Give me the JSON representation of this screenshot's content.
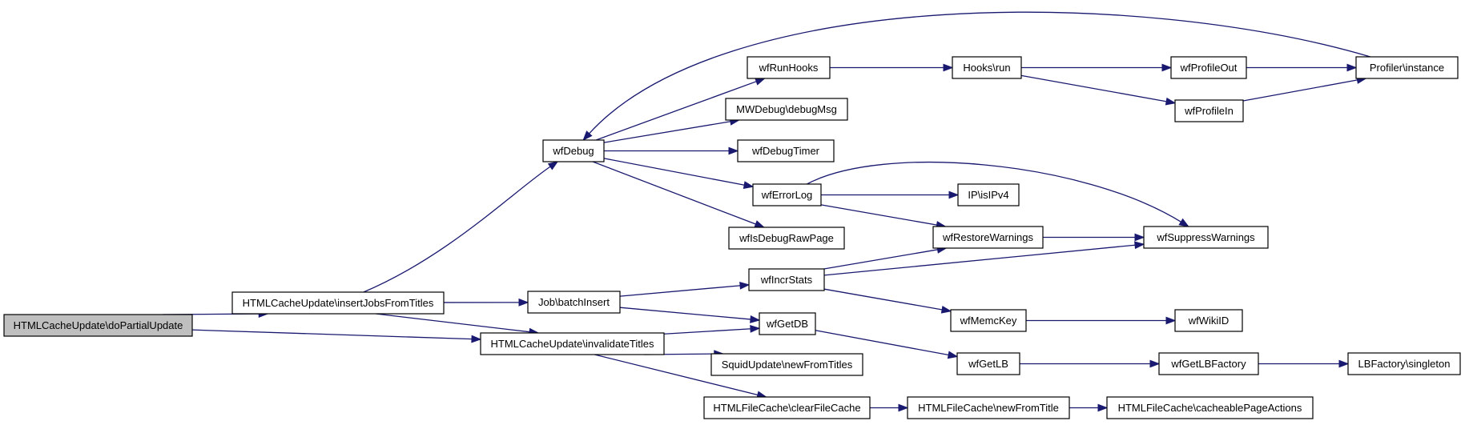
{
  "diagram": {
    "type": "call-graph",
    "colors": {
      "edge": "#191970",
      "node_border": "#000000",
      "root_fill": "#bfbfbf",
      "node_fill": "#ffffff"
    },
    "nodes": [
      {
        "id": "root",
        "label": "HTMLCacheUpdate\\doPartialUpdate",
        "root": true
      },
      {
        "id": "insertJobs",
        "label": "HTMLCacheUpdate\\insertJobsFromTitles"
      },
      {
        "id": "invalidate",
        "label": "HTMLCacheUpdate\\invalidateTitles"
      },
      {
        "id": "wfDebug",
        "label": "wfDebug"
      },
      {
        "id": "jobBatch",
        "label": "Job\\batchInsert"
      },
      {
        "id": "wfRunHooks",
        "label": "wfRunHooks"
      },
      {
        "id": "mwDebugMsg",
        "label": "MWDebug\\debugMsg"
      },
      {
        "id": "wfDebugTimer",
        "label": "wfDebugTimer"
      },
      {
        "id": "wfErrorLog",
        "label": "wfErrorLog"
      },
      {
        "id": "wfIsDebugRaw",
        "label": "wfIsDebugRawPage"
      },
      {
        "id": "wfIncrStats",
        "label": "wfIncrStats"
      },
      {
        "id": "wfGetDB",
        "label": "wfGetDB"
      },
      {
        "id": "squidNew",
        "label": "SquidUpdate\\newFromTitles"
      },
      {
        "id": "clearFileCache",
        "label": "HTMLFileCache\\clearFileCache"
      },
      {
        "id": "hooksRun",
        "label": "Hooks\\run"
      },
      {
        "id": "ipIsIPv4",
        "label": "IP\\isIPv4"
      },
      {
        "id": "wfRestoreWarn",
        "label": "wfRestoreWarnings"
      },
      {
        "id": "wfMemcKey",
        "label": "wfMemcKey"
      },
      {
        "id": "wfGetLB",
        "label": "wfGetLB"
      },
      {
        "id": "newFromTitle",
        "label": "HTMLFileCache\\newFromTitle"
      },
      {
        "id": "wfProfileOut",
        "label": "wfProfileOut"
      },
      {
        "id": "wfProfileIn",
        "label": "wfProfileIn"
      },
      {
        "id": "wfSuppressWarn",
        "label": "wfSuppressWarnings"
      },
      {
        "id": "wfWikiID",
        "label": "wfWikiID"
      },
      {
        "id": "wfGetLBFactory",
        "label": "wfGetLBFactory"
      },
      {
        "id": "cacheablePageActions",
        "label": "HTMLFileCache\\cacheablePageActions"
      },
      {
        "id": "profilerInstance",
        "label": "Profiler\\instance"
      },
      {
        "id": "lbFactorySingleton",
        "label": "LBFactory\\singleton"
      }
    ],
    "edges": [
      {
        "from": "root",
        "to": "insertJobs"
      },
      {
        "from": "root",
        "to": "invalidate"
      },
      {
        "from": "insertJobs",
        "to": "wfDebug"
      },
      {
        "from": "insertJobs",
        "to": "jobBatch"
      },
      {
        "from": "insertJobs",
        "to": "invalidate"
      },
      {
        "from": "invalidate",
        "to": "wfGetDB"
      },
      {
        "from": "invalidate",
        "to": "squidNew"
      },
      {
        "from": "invalidate",
        "to": "clearFileCache"
      },
      {
        "from": "wfDebug",
        "to": "wfRunHooks"
      },
      {
        "from": "wfDebug",
        "to": "mwDebugMsg"
      },
      {
        "from": "wfDebug",
        "to": "wfDebugTimer"
      },
      {
        "from": "wfDebug",
        "to": "wfErrorLog"
      },
      {
        "from": "wfDebug",
        "to": "wfIsDebugRaw"
      },
      {
        "from": "jobBatch",
        "to": "wfIncrStats"
      },
      {
        "from": "jobBatch",
        "to": "wfGetDB"
      },
      {
        "from": "wfRunHooks",
        "to": "hooksRun"
      },
      {
        "from": "hooksRun",
        "to": "wfProfileOut"
      },
      {
        "from": "hooksRun",
        "to": "wfProfileIn"
      },
      {
        "from": "wfProfileOut",
        "to": "profilerInstance"
      },
      {
        "from": "wfProfileIn",
        "to": "profilerInstance"
      },
      {
        "from": "profilerInstance",
        "to": "wfDebug"
      },
      {
        "from": "wfErrorLog",
        "to": "ipIsIPv4"
      },
      {
        "from": "wfErrorLog",
        "to": "wfRestoreWarn"
      },
      {
        "from": "wfErrorLog",
        "to": "wfSuppressWarn"
      },
      {
        "from": "wfRestoreWarn",
        "to": "wfSuppressWarn"
      },
      {
        "from": "wfIncrStats",
        "to": "wfRestoreWarn"
      },
      {
        "from": "wfIncrStats",
        "to": "wfSuppressWarn"
      },
      {
        "from": "wfIncrStats",
        "to": "wfMemcKey"
      },
      {
        "from": "wfMemcKey",
        "to": "wfWikiID"
      },
      {
        "from": "wfGetDB",
        "to": "wfGetLB"
      },
      {
        "from": "wfGetLB",
        "to": "wfGetLBFactory"
      },
      {
        "from": "wfGetLBFactory",
        "to": "lbFactorySingleton"
      },
      {
        "from": "clearFileCache",
        "to": "newFromTitle"
      },
      {
        "from": "newFromTitle",
        "to": "cacheablePageActions"
      }
    ]
  }
}
